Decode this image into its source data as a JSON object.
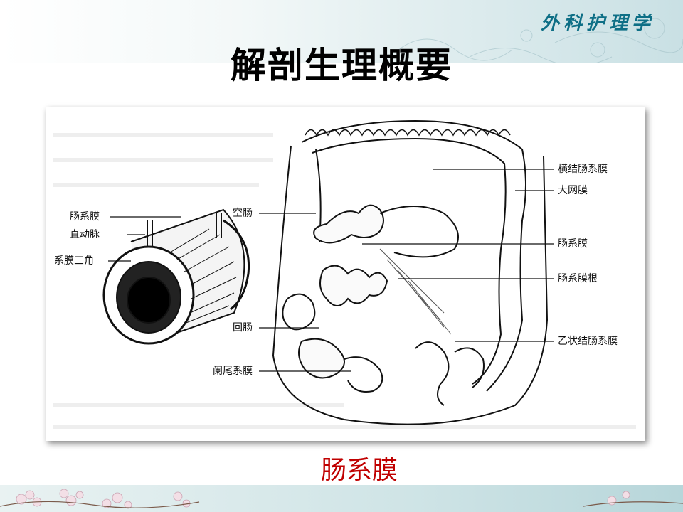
{
  "header": {
    "brand": "外科护理学",
    "title": "解剖生理概要"
  },
  "figure": {
    "left_labels": [
      "肠系膜",
      "直动脉",
      "系膜三角"
    ],
    "center_labels": [
      "空肠",
      "回肠",
      "阑尾系膜"
    ],
    "right_labels": [
      "横结肠系膜",
      "大网膜",
      "肠系膜",
      "肠系膜根",
      "乙状结肠系膜"
    ]
  },
  "caption": "肠系膜",
  "colors": {
    "brand": "#0e6f86",
    "caption": "#c00000",
    "title": "#000000"
  }
}
